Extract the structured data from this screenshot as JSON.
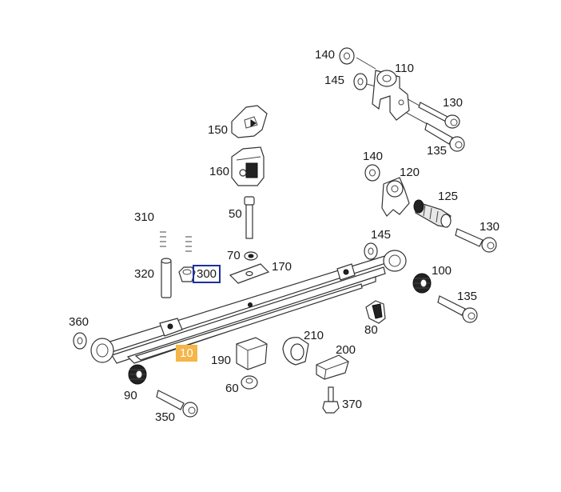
{
  "diagram": {
    "labels": [
      {
        "id": "p140a",
        "text": "140"
      },
      {
        "id": "p110",
        "text": "110"
      },
      {
        "id": "p145a",
        "text": "145"
      },
      {
        "id": "p130a",
        "text": "130"
      },
      {
        "id": "p135a",
        "text": "135"
      },
      {
        "id": "p150",
        "text": "150"
      },
      {
        "id": "p160",
        "text": "160"
      },
      {
        "id": "p140b",
        "text": "140"
      },
      {
        "id": "p120",
        "text": "120"
      },
      {
        "id": "p125",
        "text": "125"
      },
      {
        "id": "p130b",
        "text": "130"
      },
      {
        "id": "p310",
        "text": "310"
      },
      {
        "id": "p50",
        "text": "50"
      },
      {
        "id": "p70",
        "text": "70"
      },
      {
        "id": "p170",
        "text": "170"
      },
      {
        "id": "p145b",
        "text": "145"
      },
      {
        "id": "p320",
        "text": "320"
      },
      {
        "id": "p300",
        "text": "300"
      },
      {
        "id": "p100",
        "text": "100"
      },
      {
        "id": "p135b",
        "text": "135"
      },
      {
        "id": "p360",
        "text": "360"
      },
      {
        "id": "p80",
        "text": "80"
      },
      {
        "id": "p210",
        "text": "210"
      },
      {
        "id": "p10",
        "text": "10"
      },
      {
        "id": "p200",
        "text": "200"
      },
      {
        "id": "p190",
        "text": "190"
      },
      {
        "id": "p60",
        "text": "60"
      },
      {
        "id": "p90",
        "text": "90"
      },
      {
        "id": "p370",
        "text": "370"
      },
      {
        "id": "p350",
        "text": "350"
      }
    ],
    "selected_part": "300",
    "highlighted_part": "10",
    "colors": {
      "selection_outline": "#1d2f9e",
      "highlight_fill": "#f5b547",
      "line": "#333333"
    }
  }
}
